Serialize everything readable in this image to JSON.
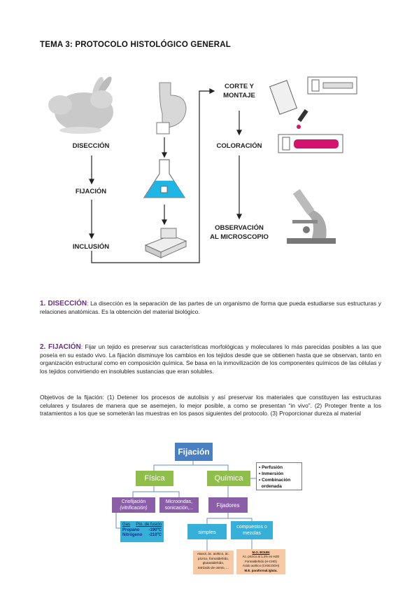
{
  "title": "TEMA 3: PROTOCOLO HISTOLÓGICO GENERAL",
  "protocol": {
    "diseccion": "DISECCIÓN",
    "fijacion": "FIJACIÓN",
    "inclusion": "INCLUSIÓN",
    "corte1": "CORTE Y",
    "corte2": "MONTAJE",
    "coloracion": "COLORACIÓN",
    "obs1": "OBSERVACIÓN",
    "obs2": "AL MICROSCOPIO"
  },
  "section1": {
    "heading": "1. DISECCIÓN",
    "text": ": La disección es la separación de las partes de un organismo de forma que pueda estudiarse sus estructuras y relaciones anatómicas. Es la obtención del material biológico."
  },
  "section2": {
    "heading": "2. FIJACIÓN",
    "text": ": Fijar un tejido es preservar sus características morfológicas y moleculares lo más parecidas posibles a las que poseía en su estado vivo. La fijación disminuye los cambios en los tejidos desde que se obtienen hasta que se observan, tanto en organización estructural como en composición química. Se basa en la inmovilización de los componentes químicos de las células y los tejidos convirtiendo en insolubles sustancias que eran solubles.",
    "objectives": "Objetivos de la fijación: (1) Detener los procesos de autolisis y así preservar los materiales que constituyen las estructuras celulares y tisulares de manera que se asemejen, lo mejor posible, a como se presentan “in vivo”. (2) Proteger frente a los tratamientos a los que se someterán las muestras en los pasos siguientes del protocolo. (3) Proporcionar dureza al material"
  },
  "diagram": {
    "root": "Fijación",
    "fisica": "Física",
    "quimica": "Química",
    "quimica_list": [
      "• Perfusión",
      "• Inmersión",
      "• Combinación",
      "  ordenada"
    ],
    "crio1": "Criofijación",
    "crio2": "(vitrificación)",
    "micro1": "Microondas,",
    "micro2": "sonicación,...",
    "fijadores": "Fijadores",
    "simples": "simples",
    "comp1": "compuestos o",
    "comp2": "mezclas",
    "gas_head": [
      "Gas",
      "Pto. de fusión"
    ],
    "gas_rows": [
      [
        "Propano",
        "-190ºC"
      ],
      [
        "Nitrógeno",
        "-210ºC"
      ]
    ],
    "simples_detail": [
      "etanol, ác. acético, ác.",
      "pícrico, formaldehído,",
      "glutaraldehído,",
      "tetróxido de osmio, ..."
    ],
    "mezclas_detail": [
      "M.O. BOUIN",
      "Ác. pícrico al 1,4% en H2O",
      "Formaldehído (H-CHO)",
      "Ácido acético (CH3COOH)",
      "M.E. paraformal./gluta."
    ]
  }
}
